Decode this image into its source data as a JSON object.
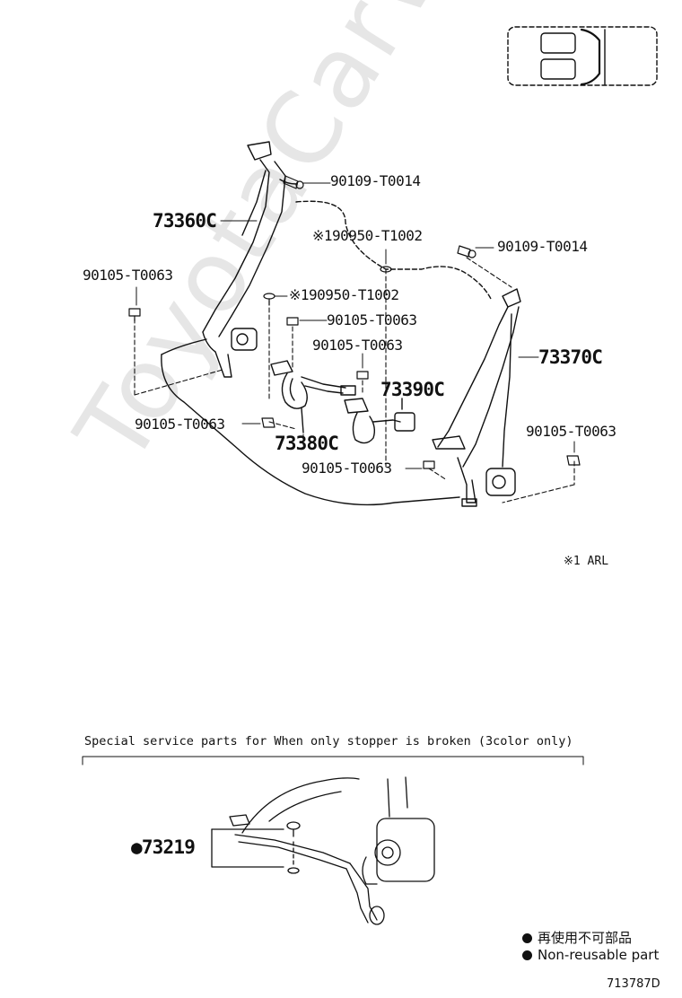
{
  "labels": {
    "bolt_top_left": "90109-T0014",
    "bolt_top_right": "90109-T0014",
    "anchor_cover_1": "※190950-T1002",
    "anchor_cover_2": "※190950-T1002",
    "belt_left": "73360C",
    "belt_right": "73370C",
    "buckle_left": "73380C",
    "buckle_center": "73390C",
    "bolt_left_upper": "90105-T0063",
    "bolt_center_upper": "90105-T0063",
    "bolt_center_mid": "90105-T0063",
    "bolt_left_lower": "90105-T0063",
    "bolt_center_lower": "90105-T0063",
    "bolt_right": "90105-T0063"
  },
  "footnote": "※1 ARL",
  "special": {
    "title": "Special service parts for When only stopper is broken (3color only)",
    "part": "●73219"
  },
  "legend": {
    "jp": "再使用不可部品",
    "en": "Non-reusable part"
  },
  "figure_id": "713787D",
  "watermark": "ToyotaCarWine.ru"
}
